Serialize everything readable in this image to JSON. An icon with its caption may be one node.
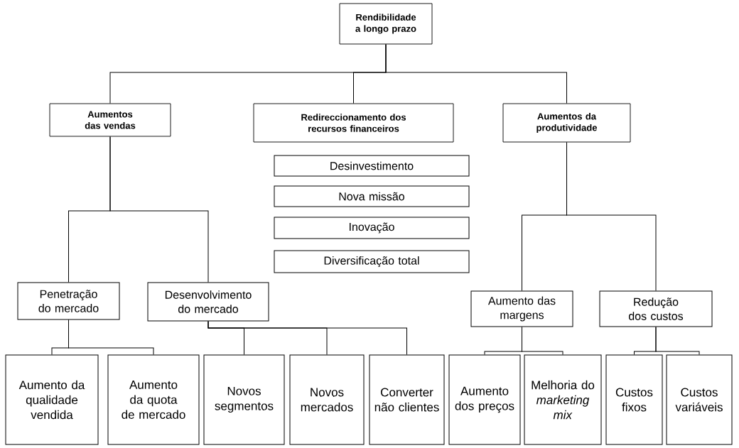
{
  "diagram": {
    "nodes": [
      {
        "text": [
          "Rendibilidade a longo prazo"
        ]
      },
      {
        "text": [
          "Aumentos das vendas"
        ]
      },
      {
        "text": [
          "Redireccionamento dos recursos financeiros"
        ]
      },
      {
        "text": [
          "Aumentos da produtividade"
        ]
      },
      {
        "text": [
          "Desinvestimento"
        ]
      },
      {
        "text": [
          "Nova missão"
        ]
      },
      {
        "text": [
          "Inovação"
        ]
      },
      {
        "text": [
          "Diversificação total"
        ]
      },
      {
        "text": [
          "Penetração do mercado"
        ]
      },
      {
        "text": [
          "Desenvolvimento do mercado"
        ]
      },
      {
        "text": [
          "Aumento das margens"
        ]
      },
      {
        "text": [
          "Redução dos custos"
        ]
      },
      {
        "text": [
          "Aumento da qualidade vendida"
        ]
      },
      {
        "text": [
          "Aumento da quota de mercado"
        ]
      },
      {
        "text": [
          "Novos segmentos"
        ]
      },
      {
        "text": [
          "Novos mercados"
        ]
      },
      {
        "text": [
          "Converter não clientes"
        ]
      },
      {
        "text": [
          "Aumento dos preços"
        ]
      },
      {
        "text": [
          "Melhoria do *marketing mix*"
        ]
      },
      {
        "text": [
          "Custos fixos"
        ]
      },
      {
        "text": [
          "Custos variáveis"
        ]
      }
    ],
    "edges": [
      {
        "from": 0,
        "to": 1,
        "arrow": "none"
      },
      {
        "from": 0,
        "to": 2,
        "arrow": "none"
      },
      {
        "from": 0,
        "to": 3,
        "arrow": "none"
      },
      {
        "from": 1,
        "to": 8,
        "arrow": "none"
      },
      {
        "from": 1,
        "to": 9,
        "arrow": "none"
      },
      {
        "from": 3,
        "to": 10,
        "arrow": "none"
      },
      {
        "from": 3,
        "to": 11,
        "arrow": "none"
      },
      {
        "from": 8,
        "to": 12,
        "arrow": "none"
      },
      {
        "from": 8,
        "to": 13,
        "arrow": "none"
      },
      {
        "from": 9,
        "to": 14,
        "arrow": "none"
      },
      {
        "from": 9,
        "to": 15,
        "arrow": "none"
      },
      {
        "from": 9,
        "to": 16,
        "arrow": "none"
      },
      {
        "from": 10,
        "to": 17,
        "arrow": "none"
      },
      {
        "from": 10,
        "to": 18,
        "arrow": "none"
      },
      {
        "from": 11,
        "to": 19,
        "arrow": "none"
      },
      {
        "from": 11,
        "to": 20,
        "arrow": "none"
      }
    ]
  }
}
